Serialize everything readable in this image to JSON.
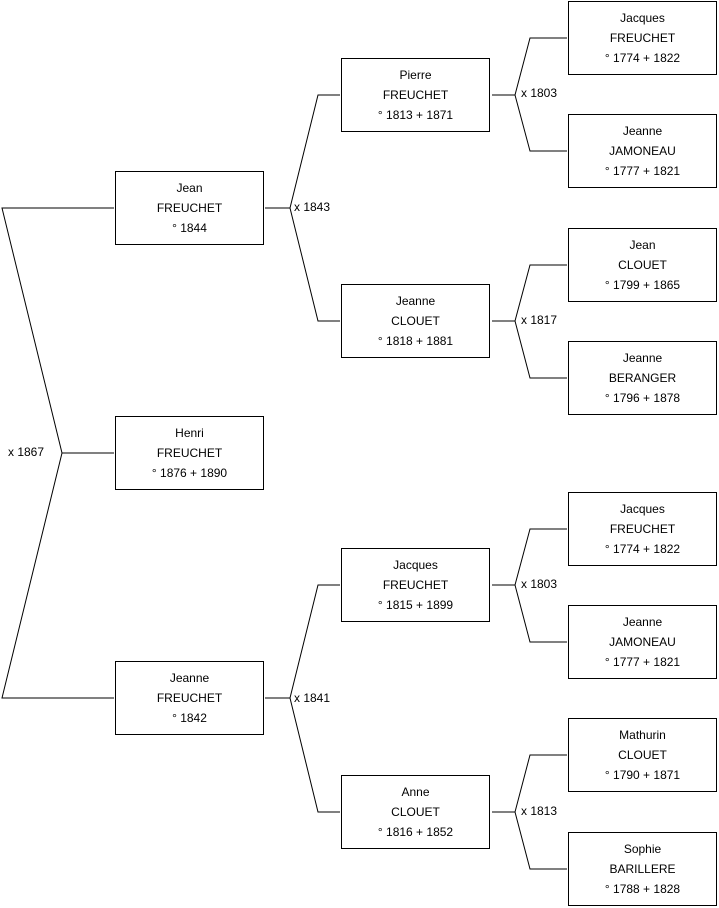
{
  "root": {
    "first": "Henri",
    "last": "FREUCHET",
    "dates": "° 1876 + 1890"
  },
  "parents": {
    "father": {
      "first": "Jean",
      "last": "FREUCHET",
      "dates": "° 1844"
    },
    "mother": {
      "first": "Jeanne",
      "last": "FREUCHET",
      "dates": "° 1842"
    },
    "marriage": "x 1867"
  },
  "grandparents": {
    "paternal_father": {
      "first": "Pierre",
      "last": "FREUCHET",
      "dates": "° 1813 + 1871"
    },
    "paternal_mother": {
      "first": "Jeanne",
      "last": "CLOUET",
      "dates": "° 1818 + 1881"
    },
    "paternal_marriage": "x 1843",
    "maternal_father": {
      "first": "Jacques",
      "last": "FREUCHET",
      "dates": "° 1815 + 1899"
    },
    "maternal_mother": {
      "first": "Anne",
      "last": "CLOUET",
      "dates": "° 1816 + 1852"
    },
    "maternal_marriage": "x 1841"
  },
  "great_grandparents": [
    {
      "first": "Jacques",
      "last": "FREUCHET",
      "dates": "° 1774 + 1822"
    },
    {
      "first": "Jeanne",
      "last": "JAMONEAU",
      "dates": "° 1777 + 1821"
    },
    {
      "first": "Jean",
      "last": "CLOUET",
      "dates": "° 1799 + 1865"
    },
    {
      "first": "Jeanne",
      "last": "BERANGER",
      "dates": "° 1796 + 1878"
    },
    {
      "first": "Jacques",
      "last": "FREUCHET",
      "dates": "° 1774 + 1822"
    },
    {
      "first": "Jeanne",
      "last": "JAMONEAU",
      "dates": "° 1777 + 1821"
    },
    {
      "first": "Mathurin",
      "last": "CLOUET",
      "dates": "° 1790 + 1871"
    },
    {
      "first": "Sophie",
      "last": "BARILLERE",
      "dates": "° 1788 + 1828"
    }
  ],
  "great_grandparent_marriages": [
    "x 1803",
    "x 1817",
    "x 1803",
    "x 1813"
  ]
}
